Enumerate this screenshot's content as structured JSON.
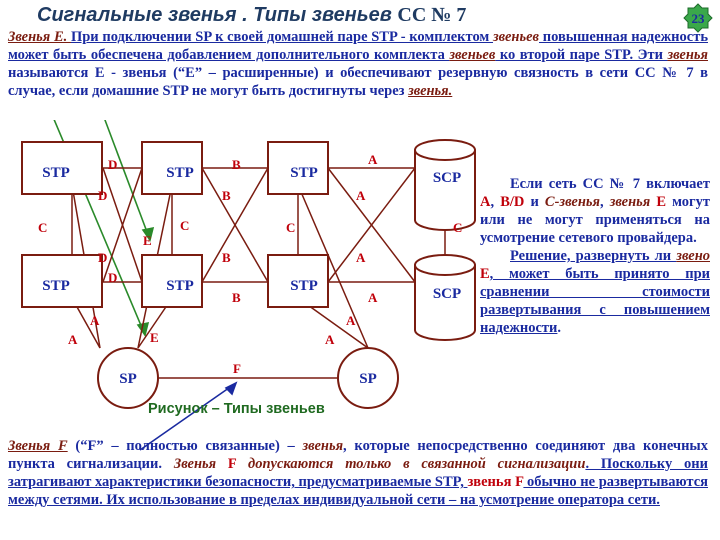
{
  "title": {
    "main": "Сигнальные звенья . Типы звеньев ",
    "cc": "СС № 7"
  },
  "badge": "23",
  "para1": {
    "parts": [
      {
        "t": "Звенья Е. ",
        "c": "it u"
      },
      {
        "t": "При подключении SP к своей домашней паре STP - комплектом ",
        "c": "blu u"
      },
      {
        "t": "звеньев",
        "c": "it"
      },
      {
        "t": " повышенная надежность может быть обеспечена добавлением дополнительного комплекта ",
        "c": "blu u"
      },
      {
        "t": "звеньев",
        "c": "it u"
      },
      {
        "t": " ко второй паре STP. Эти ",
        "c": "blu u"
      },
      {
        "t": "звенья",
        "c": "it u"
      },
      {
        "t": " называются Е - звенья (“Е” – расширенные) и обеспечивают резервную связность в сети СС № 7 в случае, если домашние STP не могут быть достигнуты через ",
        "c": "blu"
      },
      {
        "t": "звенья.",
        "c": "it u"
      }
    ]
  },
  "side": {
    "p1": [
      {
        "t": "Если сеть СС № 7 включает ",
        "c": "blu"
      },
      {
        "t": "А",
        "c": "red"
      },
      {
        "t": ", ",
        "c": "blu"
      },
      {
        "t": "В/D",
        "c": "red"
      },
      {
        "t": " и ",
        "c": "blu"
      },
      {
        "t": "С-звенья",
        "c": "it"
      },
      {
        "t": ", ",
        "c": "blu"
      },
      {
        "t": "звенья",
        "c": "it"
      },
      {
        "t": " ",
        "c": "blu"
      },
      {
        "t": "Е",
        "c": "red"
      },
      {
        "t": " могут или не могут применяться на усмотрение сетевого провайдера.",
        "c": "blu"
      }
    ],
    "p2": [
      {
        "t": "Решение, развернуть ли ",
        "c": "blu u"
      },
      {
        "t": "звено",
        "c": "it u"
      },
      {
        "t": " ",
        "c": "blu"
      },
      {
        "t": "Е",
        "c": "red"
      },
      {
        "t": ", может быть принято при ",
        "c": "blu u"
      },
      {
        "t": "сравнении стоимости развертывания с повышением надежности",
        "c": "blu u"
      },
      {
        "t": ".",
        "c": "blu"
      }
    ]
  },
  "para3": {
    "parts": [
      {
        "t": "Звенья F",
        "c": "it u"
      },
      {
        "t": " (“F” – полностью связанные) – ",
        "c": "blu"
      },
      {
        "t": "звенья",
        "c": "it"
      },
      {
        "t": ", которые непосредственно соединяют два конечных пункта сигнализации. ",
        "c": "blu"
      },
      {
        "t": "Звенья",
        "c": "it"
      },
      {
        "t": " ",
        "c": "blu"
      },
      {
        "t": "F",
        "c": "red"
      },
      {
        "t": " ",
        "c": "blu"
      },
      {
        "t": "допускаются только в связанной сигнализации",
        "c": "it"
      },
      {
        "t": ". Поскольку они затрагивают характеристики безопасности, предусматриваемые STP, ",
        "c": "blu u"
      },
      {
        "t": "звенья F",
        "c": "red"
      },
      {
        "t": " обычно не развертываются между сетями. Их использование в пределах индивидуальной сети – на усмотрение оператора сети.",
        "c": "blu u"
      }
    ]
  },
  "diagram": {
    "nodes": {
      "stp": "STP",
      "scp": "SCP",
      "sp": "SP"
    },
    "labels": {
      "A": "A",
      "B": "B",
      "C": "C",
      "D": "D",
      "E": "E",
      "F": "F"
    }
  },
  "caption": "Рисунок – Типы звеньев",
  "colors": {
    "title": "#1f3b62",
    "body": "#1a2aa0",
    "link": "#c0000a",
    "node": "#7a1c10",
    "arrow": "#2a8a2a",
    "badge": "#3aa84a"
  }
}
